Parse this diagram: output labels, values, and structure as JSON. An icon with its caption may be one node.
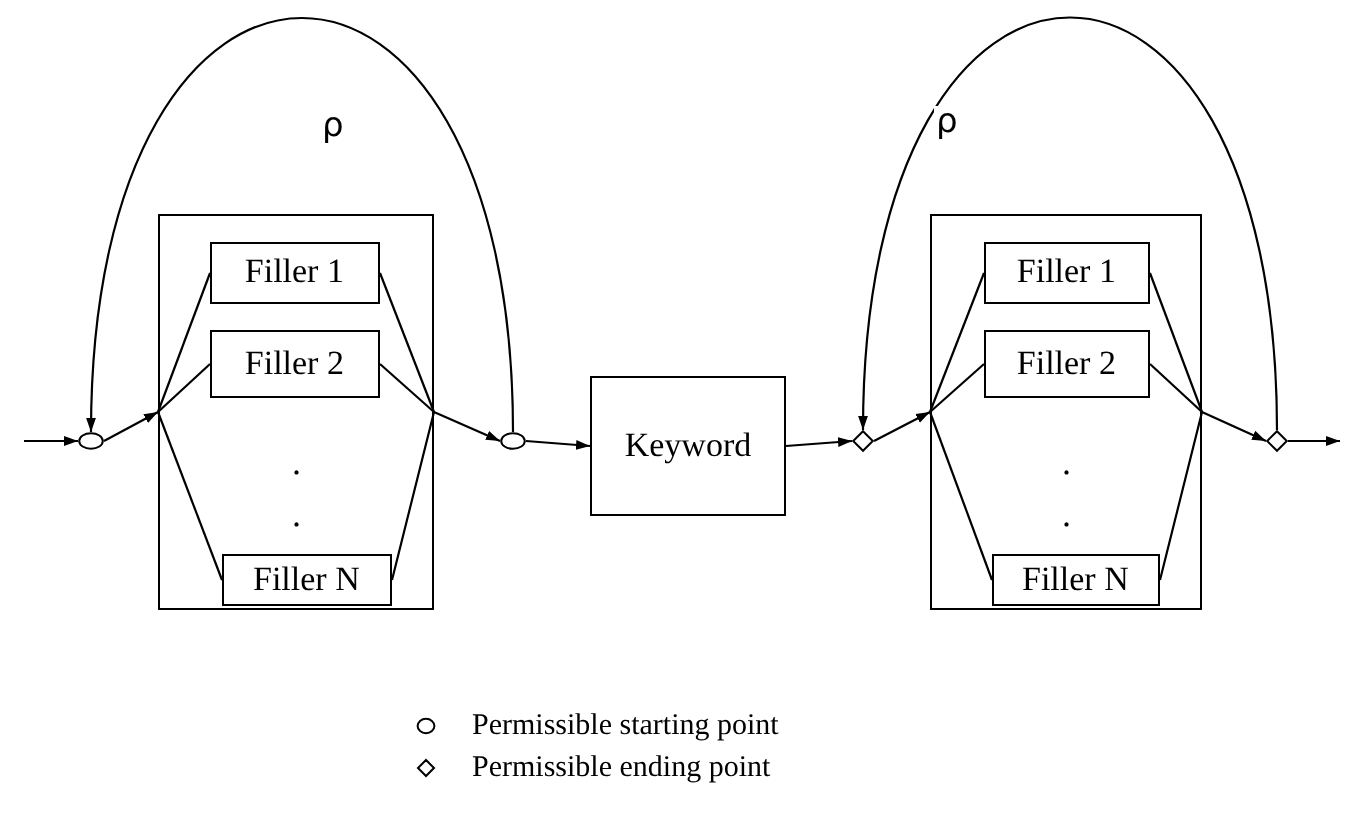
{
  "diagram": {
    "nodes": [
      {
        "text": [],
        "shape": "circle"
      },
      {
        "text": [],
        "shape": "box"
      },
      {
        "text": [
          "Filler 1"
        ],
        "in": 1
      },
      {
        "text": [
          "Filler 2"
        ],
        "in": 1
      },
      {
        "text": [
          "Filler N"
        ],
        "in": 1
      },
      {
        "text": [],
        "shape": "circle"
      },
      {
        "text": [
          "Keyword"
        ]
      },
      {
        "text": [],
        "shape": "diamond"
      },
      {
        "text": [],
        "shape": "box"
      },
      {
        "text": [
          "Filler 1"
        ],
        "in": 8
      },
      {
        "text": [
          "Filler 2"
        ],
        "in": 8
      },
      {
        "text": [
          "Filler N"
        ],
        "in": 8
      },
      {
        "text": [],
        "shape": "diamond"
      }
    ],
    "edges": [
      {
        "from": null,
        "to": 0,
        "arrow": "to"
      },
      {
        "from": 0,
        "to": 1,
        "arrow": "to"
      },
      {
        "from": 1,
        "to": 2,
        "arrow": "none"
      },
      {
        "from": 1,
        "to": 3,
        "arrow": "none"
      },
      {
        "from": 1,
        "to": 4,
        "arrow": "none"
      },
      {
        "from": 2,
        "to": 1,
        "arrow": "none"
      },
      {
        "from": 3,
        "to": 1,
        "arrow": "none"
      },
      {
        "from": 4,
        "to": 1,
        "arrow": "none"
      },
      {
        "from": 1,
        "to": 5,
        "arrow": "to"
      },
      {
        "from": 5,
        "to": 0,
        "arrow": "to",
        "label": "ρ"
      },
      {
        "from": 5,
        "to": 6,
        "arrow": "to"
      },
      {
        "from": 6,
        "to": 7,
        "arrow": "to"
      },
      {
        "from": 7,
        "to": 8,
        "arrow": "to"
      },
      {
        "from": 8,
        "to": 9,
        "arrow": "none"
      },
      {
        "from": 8,
        "to": 10,
        "arrow": "none"
      },
      {
        "from": 8,
        "to": 11,
        "arrow": "none"
      },
      {
        "from": 9,
        "to": 8,
        "arrow": "none"
      },
      {
        "from": 10,
        "to": 8,
        "arrow": "none"
      },
      {
        "from": 11,
        "to": 8,
        "arrow": "none"
      },
      {
        "from": 8,
        "to": 12,
        "arrow": "to"
      },
      {
        "from": 12,
        "to": 7,
        "arrow": "to",
        "label": "ρ"
      },
      {
        "from": 12,
        "to": null,
        "arrow": "to"
      }
    ],
    "labels": [
      ".",
      ".",
      ".",
      "."
    ],
    "legend": [
      {
        "text": "Permissible starting point"
      },
      {
        "text": "Permissible ending point"
      }
    ]
  }
}
